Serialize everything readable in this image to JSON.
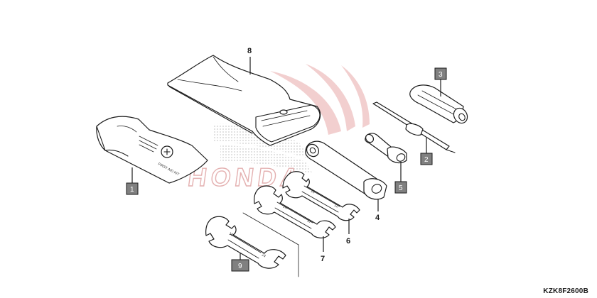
{
  "diagram_code": "KZK8F2600B",
  "kit_label": "FIRST AID KIT",
  "watermark": "HONDA",
  "wrench_marks": [
    "10",
    "12",
    "14",
    "17",
    "19",
    "24"
  ],
  "callouts": [
    {
      "id": "1",
      "style": "box"
    },
    {
      "id": "2",
      "style": "box"
    },
    {
      "id": "3",
      "style": "box"
    },
    {
      "id": "4",
      "style": "plain"
    },
    {
      "id": "5",
      "style": "box"
    },
    {
      "id": "6",
      "style": "plain"
    },
    {
      "id": "7",
      "style": "plain"
    },
    {
      "id": "8",
      "style": "plain"
    },
    {
      "id": "9",
      "style": "box"
    }
  ],
  "colors": {
    "line": "#1a1a1a",
    "box_fill": "#808080",
    "watermark_red": "#e6b2b2",
    "watermark_gray": "#cfcfcf"
  }
}
